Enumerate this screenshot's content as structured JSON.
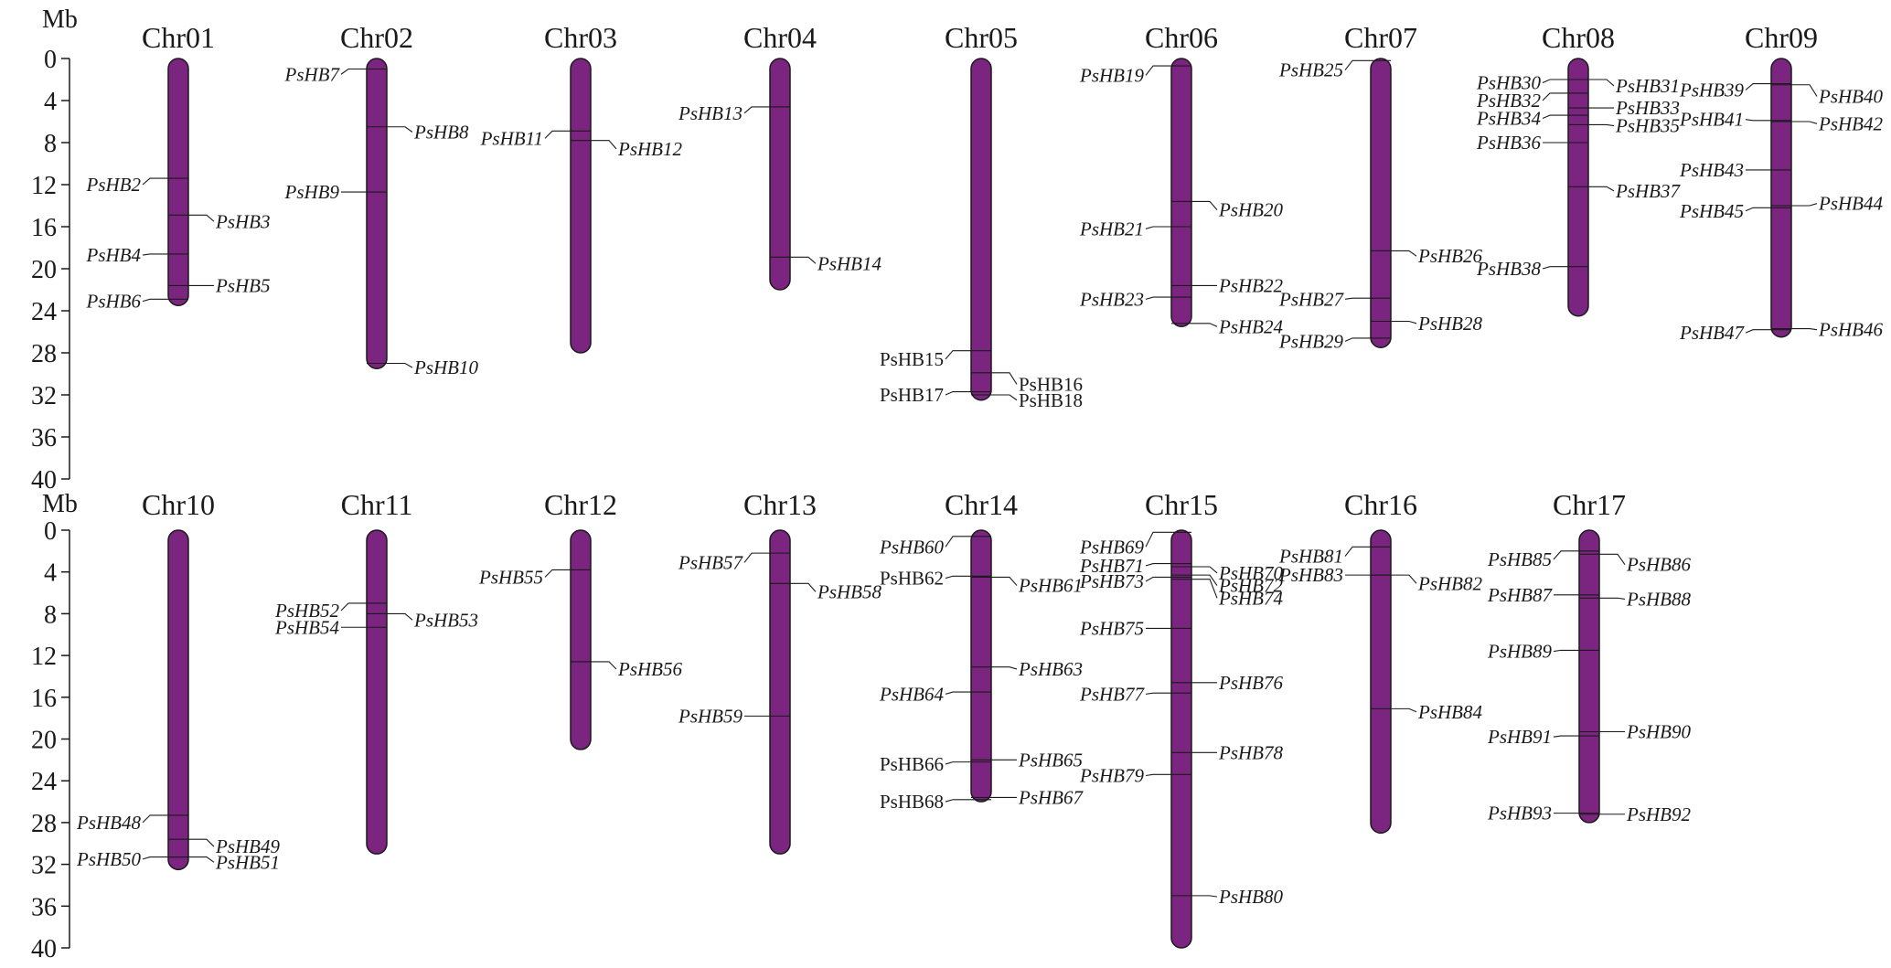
{
  "chart_data": {
    "type": "chromosome-map",
    "unit": "Mb",
    "ticks": [
      0,
      4,
      8,
      12,
      16,
      20,
      24,
      28,
      32,
      36,
      40
    ],
    "ylim": [
      0,
      40
    ],
    "colors": {
      "chromosome": "#7b2480",
      "outline": "#1a1a1a"
    },
    "panels": [
      {
        "chromosomes": [
          {
            "name": "Chr01",
            "length": 23.5,
            "genes": [
              {
                "label": "PsHB2",
                "pos": 11.4,
                "side": "left",
                "text_pos": 12.0
              },
              {
                "label": "PsHB3",
                "pos": 14.9,
                "side": "right",
                "text_pos": 15.5
              },
              {
                "label": "PsHB4",
                "pos": 18.6,
                "side": "left",
                "text_pos": 18.7
              },
              {
                "label": "PsHB5",
                "pos": 21.6,
                "side": "right",
                "text_pos": 21.6
              },
              {
                "label": "PsHB6",
                "pos": 22.9,
                "side": "left",
                "text_pos": 23.1
              }
            ]
          },
          {
            "name": "Chr02",
            "length": 29.5,
            "genes": [
              {
                "label": "PsHB7",
                "pos": 1.0,
                "side": "left",
                "text_pos": 1.5
              },
              {
                "label": "PsHB8",
                "pos": 6.5,
                "side": "right",
                "text_pos": 7.0
              },
              {
                "label": "PsHB9",
                "pos": 12.7,
                "side": "left",
                "text_pos": 12.7
              },
              {
                "label": "PsHB10",
                "pos": 29.0,
                "side": "right",
                "text_pos": 29.4
              }
            ]
          },
          {
            "name": "Chr03",
            "length": 28.0,
            "genes": [
              {
                "label": "PsHB11",
                "pos": 6.9,
                "side": "left",
                "text_pos": 7.6
              },
              {
                "label": "PsHB12",
                "pos": 7.8,
                "side": "right",
                "text_pos": 8.6
              }
            ]
          },
          {
            "name": "Chr04",
            "length": 22.0,
            "genes": [
              {
                "label": "PsHB13",
                "pos": 4.6,
                "side": "left",
                "text_pos": 5.2
              },
              {
                "label": "PsHB14",
                "pos": 18.9,
                "side": "right",
                "text_pos": 19.5
              }
            ]
          },
          {
            "name": "Chr05",
            "length": 32.5,
            "genes": [
              {
                "label": "PsHB15",
                "pos": 27.8,
                "side": "left",
                "text_pos": 28.6,
                "italic": false
              },
              {
                "label": "PsHB16",
                "pos": 29.9,
                "side": "right",
                "text_pos": 31.0,
                "italic": false
              },
              {
                "label": "PsHB17",
                "pos": 31.7,
                "side": "left",
                "text_pos": 32.0,
                "italic": false
              },
              {
                "label": "PsHB18",
                "pos": 32.0,
                "side": "right",
                "text_pos": 32.5,
                "italic": false
              }
            ]
          },
          {
            "name": "Chr06",
            "length": 25.5,
            "genes": [
              {
                "label": "PsHB19",
                "pos": 0.7,
                "side": "left",
                "text_pos": 1.6
              },
              {
                "label": "PsHB20",
                "pos": 13.6,
                "side": "right",
                "text_pos": 14.4
              },
              {
                "label": "PsHB21",
                "pos": 16.0,
                "side": "left",
                "text_pos": 16.2
              },
              {
                "label": "PsHB22",
                "pos": 21.6,
                "side": "right",
                "text_pos": 21.6
              },
              {
                "label": "PsHB23",
                "pos": 22.7,
                "side": "left",
                "text_pos": 22.9
              },
              {
                "label": "PsHB24",
                "pos": 25.2,
                "side": "right",
                "text_pos": 25.5
              }
            ]
          },
          {
            "name": "Chr07",
            "length": 27.5,
            "genes": [
              {
                "label": "PsHB25",
                "pos": 0.2,
                "side": "left",
                "text_pos": 1.1
              },
              {
                "label": "PsHB26",
                "pos": 18.3,
                "side": "right",
                "text_pos": 18.8
              },
              {
                "label": "PsHB27",
                "pos": 22.8,
                "side": "left",
                "text_pos": 22.9
              },
              {
                "label": "PsHB28",
                "pos": 25.0,
                "side": "right",
                "text_pos": 25.2
              },
              {
                "label": "PsHB29",
                "pos": 26.6,
                "side": "left",
                "text_pos": 26.9
              }
            ]
          },
          {
            "name": "Chr08",
            "length": 24.5,
            "genes": [
              {
                "label": "PsHB30",
                "pos": 2.0,
                "side": "left",
                "text_pos": 2.3
              },
              {
                "label": "PsHB31",
                "pos": 2.0,
                "side": "right",
                "text_pos": 2.6
              },
              {
                "label": "PsHB32",
                "pos": 3.3,
                "side": "left",
                "text_pos": 4.0
              },
              {
                "label": "PsHB33",
                "pos": 4.7,
                "side": "right",
                "text_pos": 4.7
              },
              {
                "label": "PsHB34",
                "pos": 5.4,
                "side": "left",
                "text_pos": 5.7
              },
              {
                "label": "PsHB35",
                "pos": 6.3,
                "side": "right",
                "text_pos": 6.4
              },
              {
                "label": "PsHB36",
                "pos": 8.0,
                "side": "left",
                "text_pos": 8.0
              },
              {
                "label": "PsHB37",
                "pos": 12.2,
                "side": "right",
                "text_pos": 12.6
              },
              {
                "label": "PsHB38",
                "pos": 19.8,
                "side": "left",
                "text_pos": 20.0
              }
            ]
          },
          {
            "name": "Chr09",
            "length": 26.5,
            "genes": [
              {
                "label": "PsHB39",
                "pos": 2.4,
                "side": "left",
                "text_pos": 3.0
              },
              {
                "label": "PsHB40",
                "pos": 2.5,
                "side": "right",
                "text_pos": 3.6
              },
              {
                "label": "PsHB41",
                "pos": 5.9,
                "side": "left",
                "text_pos": 5.8
              },
              {
                "label": "PsHB42",
                "pos": 6.0,
                "side": "right",
                "text_pos": 6.2
              },
              {
                "label": "PsHB43",
                "pos": 10.6,
                "side": "left",
                "text_pos": 10.6
              },
              {
                "label": "PsHB44",
                "pos": 14.0,
                "side": "right",
                "text_pos": 13.8
              },
              {
                "label": "PsHB45",
                "pos": 14.2,
                "side": "left",
                "text_pos": 14.5
              },
              {
                "label": "PsHB46",
                "pos": 25.7,
                "side": "right",
                "text_pos": 25.8
              },
              {
                "label": "PsHB47",
                "pos": 25.8,
                "side": "left",
                "text_pos": 26.1
              }
            ]
          }
        ]
      },
      {
        "chromosomes": [
          {
            "name": "Chr10",
            "length": 32.5,
            "genes": [
              {
                "label": "PsHB48",
                "pos": 27.3,
                "side": "left",
                "text_pos": 28.0
              },
              {
                "label": "PsHB49",
                "pos": 29.6,
                "side": "right",
                "text_pos": 30.3
              },
              {
                "label": "PsHB50",
                "pos": 31.3,
                "side": "left",
                "text_pos": 31.5
              },
              {
                "label": "PsHB51",
                "pos": 31.3,
                "side": "right",
                "text_pos": 31.8
              }
            ]
          },
          {
            "name": "Chr11",
            "length": 31.0,
            "genes": [
              {
                "label": "PsHB52",
                "pos": 7.0,
                "side": "left",
                "text_pos": 7.7
              },
              {
                "label": "PsHB53",
                "pos": 8.0,
                "side": "right",
                "text_pos": 8.6
              },
              {
                "label": "PsHB54",
                "pos": 9.3,
                "side": "left",
                "text_pos": 9.3
              }
            ]
          },
          {
            "name": "Chr12",
            "length": 21.0,
            "genes": [
              {
                "label": "PsHB55",
                "pos": 3.8,
                "side": "left",
                "text_pos": 4.5
              },
              {
                "label": "PsHB56",
                "pos": 12.6,
                "side": "right",
                "text_pos": 13.3
              }
            ]
          },
          {
            "name": "Chr13",
            "length": 31.0,
            "genes": [
              {
                "label": "PsHB57",
                "pos": 2.2,
                "side": "left",
                "text_pos": 3.1
              },
              {
                "label": "PsHB58",
                "pos": 5.1,
                "side": "right",
                "text_pos": 5.9
              },
              {
                "label": "PsHB59",
                "pos": 17.8,
                "side": "left",
                "text_pos": 17.8
              }
            ]
          },
          {
            "name": "Chr14",
            "length": 26.0,
            "genes": [
              {
                "label": "PsHB60",
                "pos": 0.6,
                "side": "left",
                "text_pos": 1.6,
                "italic": true
              },
              {
                "label": "PsHB61",
                "pos": 4.5,
                "side": "right",
                "text_pos": 5.3,
                "italic": true
              },
              {
                "label": "PsHB62",
                "pos": 4.4,
                "side": "left",
                "text_pos": 4.6,
                "italic": false
              },
              {
                "label": "PsHB63",
                "pos": 13.1,
                "side": "right",
                "text_pos": 13.3,
                "italic": true
              },
              {
                "label": "PsHB64",
                "pos": 15.5,
                "side": "left",
                "text_pos": 15.7,
                "italic": true
              },
              {
                "label": "PsHB65",
                "pos": 22.0,
                "side": "right",
                "text_pos": 22.0,
                "italic": true
              },
              {
                "label": "PsHB66",
                "pos": 22.2,
                "side": "left",
                "text_pos": 22.4,
                "italic": false
              },
              {
                "label": "PsHB67",
                "pos": 25.6,
                "side": "right",
                "text_pos": 25.6,
                "italic": true
              },
              {
                "label": "PsHB68",
                "pos": 25.8,
                "side": "left",
                "text_pos": 26.0,
                "italic": false
              }
            ]
          },
          {
            "name": "Chr15",
            "length": 40.0,
            "genes": [
              {
                "label": "PsHB69",
                "pos": 0.2,
                "side": "left",
                "text_pos": 1.6
              },
              {
                "label": "PsHB70",
                "pos": 3.5,
                "side": "right",
                "text_pos": 4.1
              },
              {
                "label": "PsHB71",
                "pos": 3.2,
                "side": "left",
                "text_pos": 3.4
              },
              {
                "label": "PsHB72",
                "pos": 4.3,
                "side": "right",
                "text_pos": 5.3
              },
              {
                "label": "PsHB73",
                "pos": 4.5,
                "side": "left",
                "text_pos": 4.9
              },
              {
                "label": "PsHB74",
                "pos": 4.7,
                "side": "right",
                "text_pos": 6.5
              },
              {
                "label": "PsHB75",
                "pos": 9.4,
                "side": "left",
                "text_pos": 9.4
              },
              {
                "label": "PsHB76",
                "pos": 14.6,
                "side": "right",
                "text_pos": 14.6
              },
              {
                "label": "PsHB77",
                "pos": 15.6,
                "side": "left",
                "text_pos": 15.7
              },
              {
                "label": "PsHB78",
                "pos": 21.3,
                "side": "right",
                "text_pos": 21.3
              },
              {
                "label": "PsHB79",
                "pos": 23.4,
                "side": "left",
                "text_pos": 23.5
              },
              {
                "label": "PsHB80",
                "pos": 35.0,
                "side": "right",
                "text_pos": 35.1
              }
            ]
          },
          {
            "name": "Chr16",
            "length": 29.0,
            "genes": [
              {
                "label": "PsHB81",
                "pos": 1.6,
                "side": "left",
                "text_pos": 2.5,
                "italic": true
              },
              {
                "label": "PsHB82",
                "pos": 4.3,
                "side": "right",
                "text_pos": 5.1,
                "italic": true
              },
              {
                "label": "PsHB83",
                "pos": 4.3,
                "side": "left",
                "text_pos": 4.3,
                "italic": true
              },
              {
                "label": "PsHB84",
                "pos": 17.1,
                "side": "right",
                "text_pos": 17.4,
                "italic": true
              }
            ]
          },
          {
            "name": "Chr17",
            "length": 28.0,
            "genes": [
              {
                "label": "PsHB85",
                "pos": 2.0,
                "side": "left",
                "text_pos": 2.8
              },
              {
                "label": "PsHB86",
                "pos": 2.3,
                "side": "right",
                "text_pos": 3.3
              },
              {
                "label": "PsHB87",
                "pos": 6.2,
                "side": "left",
                "text_pos": 6.2
              },
              {
                "label": "PsHB88",
                "pos": 6.5,
                "side": "right",
                "text_pos": 6.6
              },
              {
                "label": "PsHB89",
                "pos": 11.5,
                "side": "left",
                "text_pos": 11.6
              },
              {
                "label": "PsHB90",
                "pos": 19.3,
                "side": "right",
                "text_pos": 19.3
              },
              {
                "label": "PsHB91",
                "pos": 19.7,
                "side": "left",
                "text_pos": 19.8
              },
              {
                "label": "PsHB92",
                "pos": 27.2,
                "side": "right",
                "text_pos": 27.2
              },
              {
                "label": "PsHB93",
                "pos": 27.1,
                "side": "left",
                "text_pos": 27.1
              }
            ]
          }
        ]
      }
    ]
  }
}
